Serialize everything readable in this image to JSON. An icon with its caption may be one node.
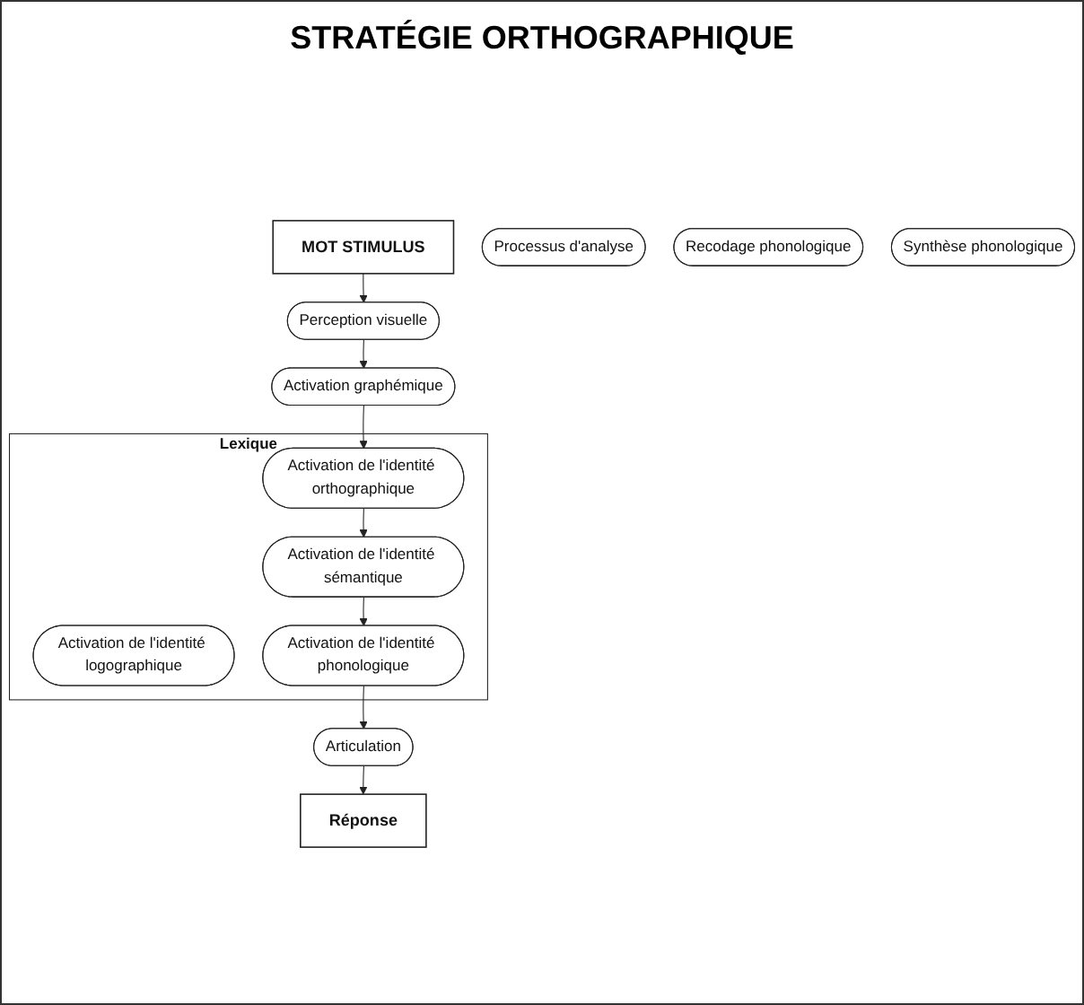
{
  "diagram": {
    "title": "STRATÉGIE ORTHOGRAPHIQUE",
    "nodes": [
      {
        "text": [
          "MOT STIMULUS"
        ]
      },
      {
        "text": [
          "Perception visuelle"
        ]
      },
      {
        "text": [
          "Activation graphémique"
        ]
      },
      {
        "text": [
          "Lexique"
        ]
      },
      {
        "text": [
          "Activation de l'identité logographique"
        ],
        "in": 3
      },
      {
        "text": [
          "Activation de l'identité orthographique"
        ],
        "in": 3
      },
      {
        "text": [
          "Activation de l'identité sémantique"
        ],
        "in": 3
      },
      {
        "text": [
          "Activation de l'identité phonologique"
        ],
        "in": 3
      },
      {
        "text": [
          "Articulation"
        ]
      },
      {
        "text": [
          "Réponse"
        ]
      },
      {
        "text": [
          "Processus d'analyse"
        ]
      },
      {
        "text": [
          "Recodage phonologique"
        ]
      },
      {
        "text": [
          "Synthèse phonologique"
        ]
      }
    ],
    "edges": [
      {
        "from": 0,
        "to": 1,
        "arrow": "to"
      },
      {
        "from": 1,
        "to": 2,
        "arrow": "to"
      },
      {
        "from": 2,
        "to": 5,
        "arrow": "to"
      },
      {
        "from": 5,
        "to": 6,
        "arrow": "to"
      },
      {
        "from": 6,
        "to": 7,
        "arrow": "to"
      },
      {
        "from": 7,
        "to": 8,
        "arrow": "to"
      },
      {
        "from": 8,
        "to": 9,
        "arrow": "to"
      }
    ]
  }
}
